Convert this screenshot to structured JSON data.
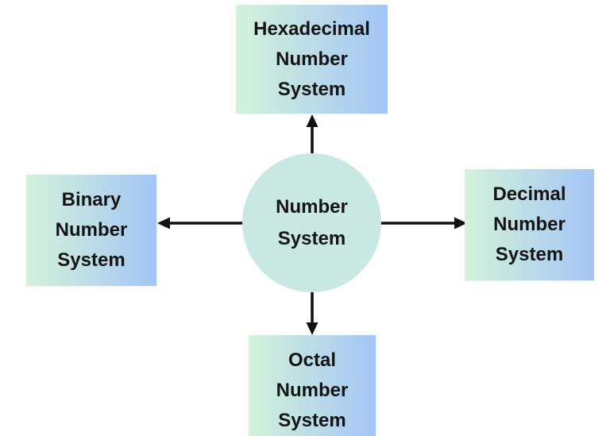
{
  "diagram": {
    "type": "radial-concept-diagram",
    "center": {
      "id": "number-system",
      "lines": [
        "Number",
        "System"
      ],
      "shape": "circle"
    },
    "nodes": [
      {
        "id": "hexadecimal",
        "position": "top",
        "lines": [
          "Hexadecimal",
          "Number",
          "System"
        ]
      },
      {
        "id": "binary",
        "position": "left",
        "lines": [
          "Binary",
          "Number",
          "System"
        ]
      },
      {
        "id": "decimal",
        "position": "right",
        "lines": [
          "Decimal",
          "Number",
          "System"
        ]
      },
      {
        "id": "octal",
        "position": "bottom",
        "lines": [
          "Octal",
          "Number",
          "System"
        ]
      }
    ],
    "connections": [
      {
        "from": "number-system",
        "to": "hexadecimal",
        "direction": "up"
      },
      {
        "from": "number-system",
        "to": "binary",
        "direction": "left"
      },
      {
        "from": "number-system",
        "to": "decimal",
        "direction": "right"
      },
      {
        "from": "number-system",
        "to": "octal",
        "direction": "down"
      }
    ],
    "colors": {
      "background": "#ffffff",
      "box_gradient_start": "#d4f3da",
      "box_gradient_end": "#a3c5f6",
      "circle_fill": "#cae8e3",
      "text": "#141414",
      "arrow": "#111111"
    }
  }
}
